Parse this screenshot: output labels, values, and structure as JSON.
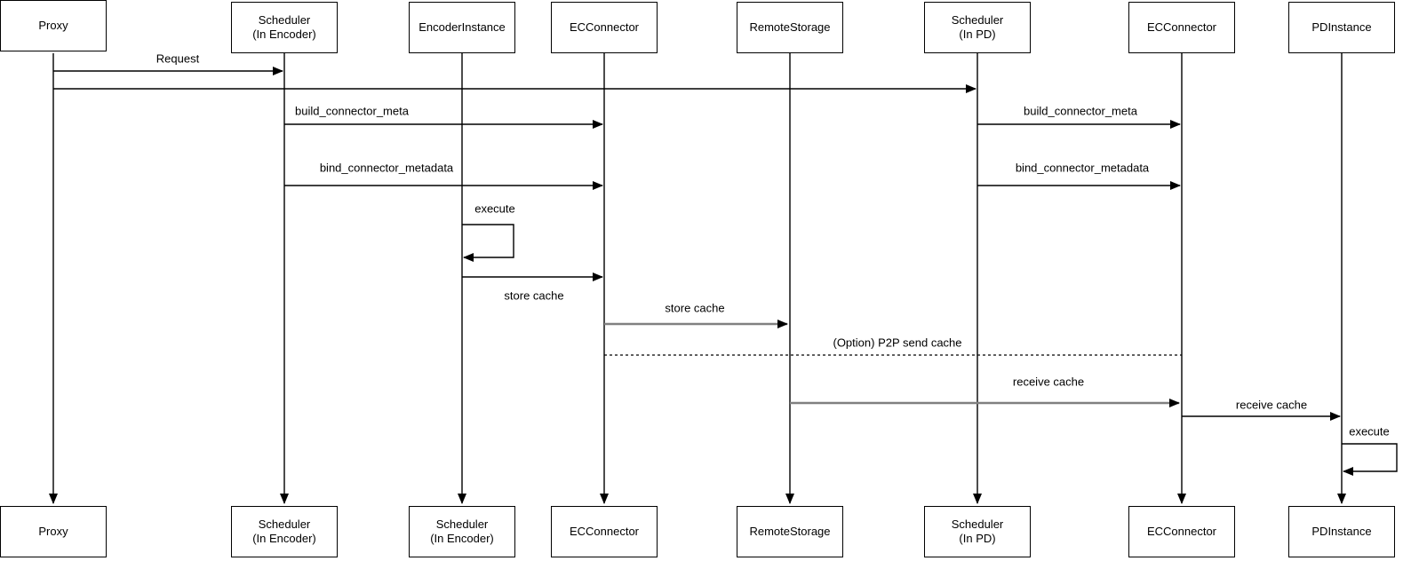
{
  "diagram": {
    "kind": "sequence-diagram",
    "background_color": "#ffffff",
    "line_color": "#000000",
    "gray_line_color": "#808080"
  },
  "actors_top": [
    {
      "label": "Proxy"
    },
    {
      "label": "Scheduler\n(In Encoder)"
    },
    {
      "label": "EncoderInstance"
    },
    {
      "label": "ECConnector"
    },
    {
      "label": "RemoteStorage"
    },
    {
      "label": "Scheduler\n(In PD)"
    },
    {
      "label": "ECConnector"
    },
    {
      "label": "PDInstance"
    }
  ],
  "actors_bottom": [
    {
      "label": "Proxy"
    },
    {
      "label": "Scheduler\n(In Encoder)"
    },
    {
      "label": "Scheduler\n(In Encoder)"
    },
    {
      "label": "ECConnector"
    },
    {
      "label": "RemoteStorage"
    },
    {
      "label": "Scheduler\n(In PD)"
    },
    {
      "label": "ECConnector"
    },
    {
      "label": "PDInstance"
    }
  ],
  "messages": {
    "request": {
      "label": "Request",
      "from": "Proxy",
      "to": "Scheduler (In Encoder)"
    },
    "forward_request": {
      "label": "",
      "from": "Proxy",
      "to": "Scheduler (In PD)"
    },
    "build_connector_meta_encoder": {
      "label": "build_connector_meta",
      "from": "Scheduler (In Encoder)",
      "to": "ECConnector"
    },
    "bind_connector_metadata_encoder": {
      "label": "bind_connector_metadata",
      "from": "Scheduler (In Encoder)",
      "to": "ECConnector"
    },
    "execute_encoder": {
      "label": "execute",
      "from": "EncoderInstance",
      "to": "EncoderInstance"
    },
    "store_cache_encoder": {
      "label": "store cache",
      "from": "EncoderInstance",
      "to": "ECConnector"
    },
    "store_cache_remote": {
      "label": "store cache",
      "from": "ECConnector",
      "to": "RemoteStorage"
    },
    "p2p_send_cache": {
      "label": "(Option) P2P send cache",
      "from": "ECConnector",
      "to": "ECConnector (PD side)",
      "style": "dashed"
    },
    "build_connector_meta_pd": {
      "label": "build_connector_meta",
      "from": "Scheduler (In PD)",
      "to": "ECConnector"
    },
    "bind_connector_metadata_pd": {
      "label": "bind_connector_metadata",
      "from": "Scheduler (In PD)",
      "to": "ECConnector"
    },
    "receive_cache_remote": {
      "label": "receive cache",
      "from": "RemoteStorage",
      "to": "ECConnector"
    },
    "receive_cache_pd": {
      "label": "receive cache",
      "from": "ECConnector",
      "to": "PDInstance"
    },
    "execute_pd": {
      "label": "execute",
      "from": "PDInstance",
      "to": "PDInstance"
    }
  }
}
